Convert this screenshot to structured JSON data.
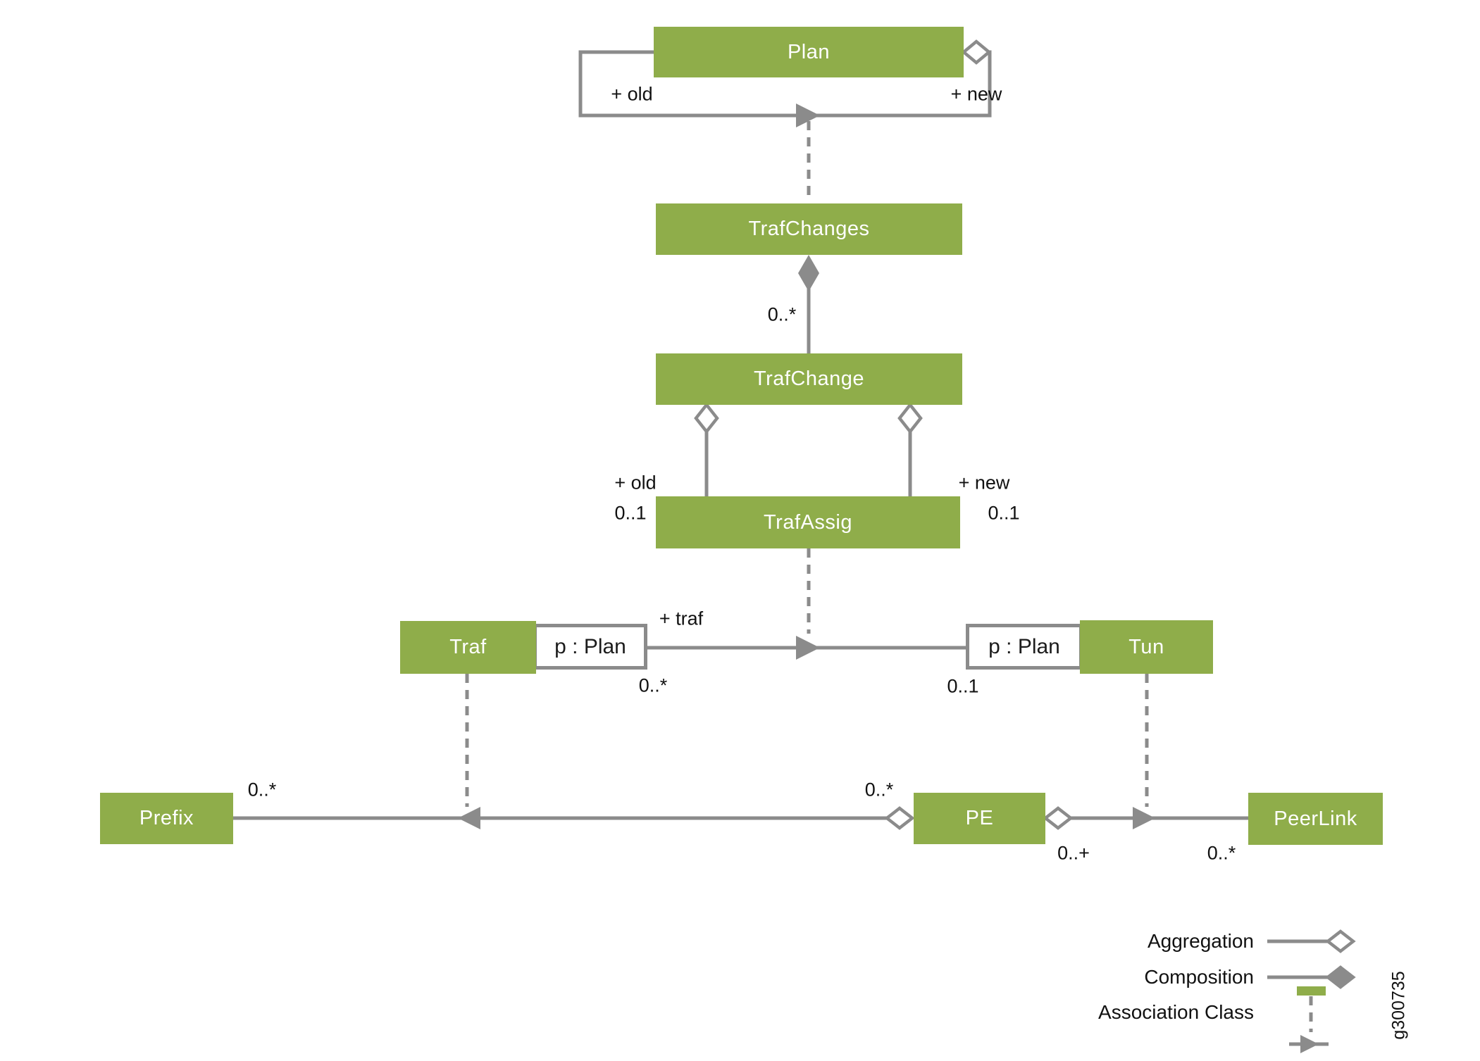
{
  "colors": {
    "class_fill": "#8FAD4A",
    "connector_gray": "#8B8B8B",
    "label_text": "#111111",
    "class_text": "#ffffff"
  },
  "nodes": {
    "plan": "Plan",
    "trafChanges": "TrafChanges",
    "trafChange": "TrafChange",
    "trafAssig": "TrafAssig",
    "traf": "Traf",
    "trafAttr": "p : Plan",
    "tun": "Tun",
    "tunAttr": "p : Plan",
    "prefix": "Prefix",
    "pe": "PE",
    "peerLink": "PeerLink"
  },
  "labels": {
    "planOld": "+ old",
    "planNew": "+ new",
    "changesMult": "0..*",
    "oldRole": "+ old",
    "oldMult": "0..1",
    "newRole": "+ new",
    "newMult": "0..1",
    "trafRole": "+ traf",
    "trafMult": "0..*",
    "tunMult": "0..1",
    "prefixMult": "0..*",
    "peLeftMult": "0..*",
    "peRightMult": "0..+",
    "peerLinkMult": "0..*"
  },
  "legend": {
    "aggregation": "Aggregation",
    "composition": "Composition",
    "associationClass": "Association Class"
  },
  "figureId": "g300735"
}
